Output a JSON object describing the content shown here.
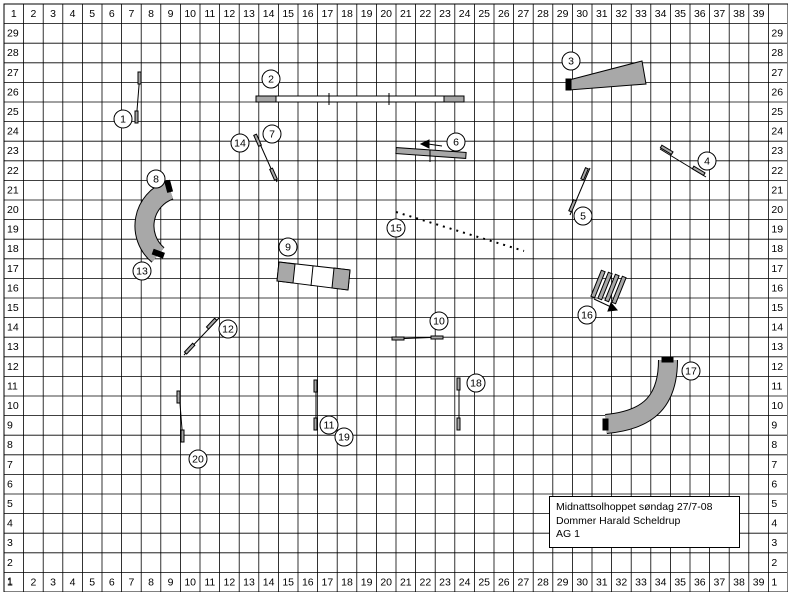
{
  "grid": {
    "columns": [
      "1",
      "2",
      "3",
      "4",
      "5",
      "6",
      "7",
      "8",
      "9",
      "10",
      "11",
      "12",
      "13",
      "14",
      "15",
      "16",
      "17",
      "18",
      "19",
      "20",
      "21",
      "22",
      "23",
      "24",
      "25",
      "26",
      "27",
      "28",
      "29",
      "30",
      "31",
      "32",
      "33",
      "34",
      "35",
      "36",
      "37",
      "38",
      "39"
    ],
    "rows": [
      "1",
      "2",
      "3",
      "4",
      "5",
      "6",
      "7",
      "8",
      "9",
      "10",
      "11",
      "12",
      "13",
      "14",
      "15",
      "16",
      "17",
      "18",
      "19",
      "20",
      "21",
      "22",
      "23",
      "24",
      "25",
      "26",
      "27",
      "28",
      "29"
    ],
    "corner_label": "1"
  },
  "obstacle_numbers": [
    "1",
    "2",
    "3",
    "4",
    "5",
    "6",
    "7",
    "8",
    "9",
    "10",
    "11",
    "12",
    "13",
    "14",
    "15",
    "16",
    "17",
    "18",
    "19",
    "20"
  ],
  "info": {
    "line1": "Midnattsolhoppet søndag 27/7-08",
    "line2": "Dommer Harald Scheldrup",
    "line3": "AG 1"
  },
  "colors": {
    "equipment_gray": "#a8a8a8",
    "grid_line": "#000000",
    "background": "#ffffff"
  }
}
